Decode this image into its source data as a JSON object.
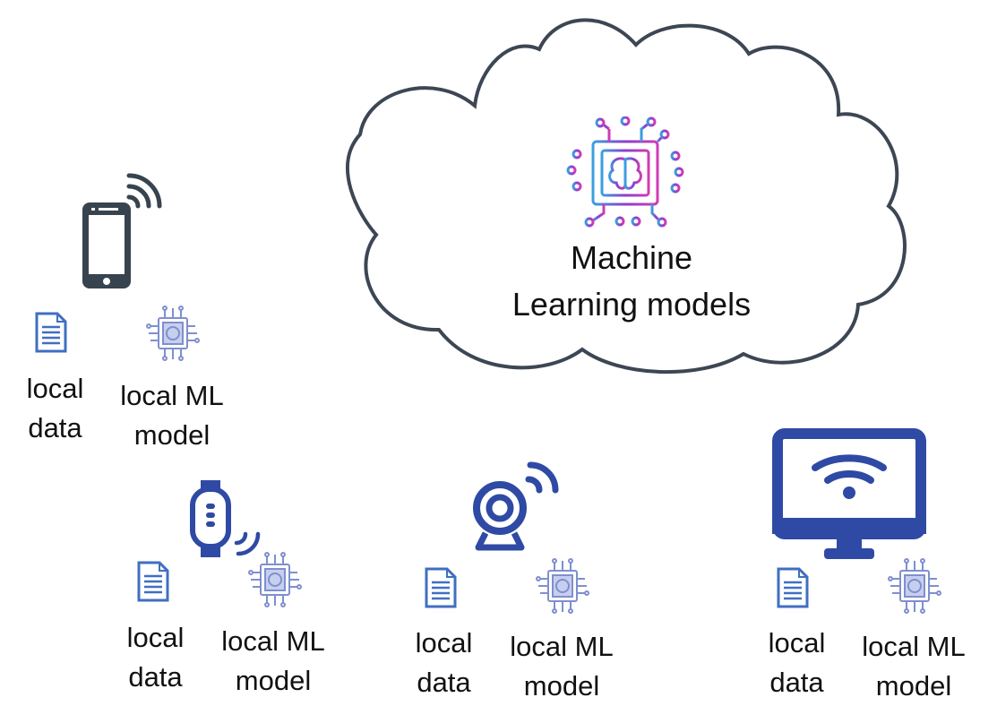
{
  "cloud": {
    "label": "Machine\nLearning models"
  },
  "devices": [
    {
      "device": "smartphone",
      "data_label": "local\ndata",
      "model_label": "local ML\nmodel"
    },
    {
      "device": "smartwatch",
      "data_label": "local\ndata",
      "model_label": "local ML\nmodel"
    },
    {
      "device": "webcam",
      "data_label": "local\ndata",
      "model_label": "local ML\nmodel"
    },
    {
      "device": "monitor",
      "data_label": "local\ndata",
      "model_label": "local ML\nmodel"
    }
  ],
  "colors": {
    "cloud_outline": "#3d4654",
    "device_dark": "#384350",
    "device_blue": "#2f4aa4",
    "doc_icon": "#3f6fc2",
    "chip_gradient": [
      "#3aa0e0",
      "#8a3fd1",
      "#d23bb3"
    ],
    "local_chip": "#7f8fcf"
  }
}
